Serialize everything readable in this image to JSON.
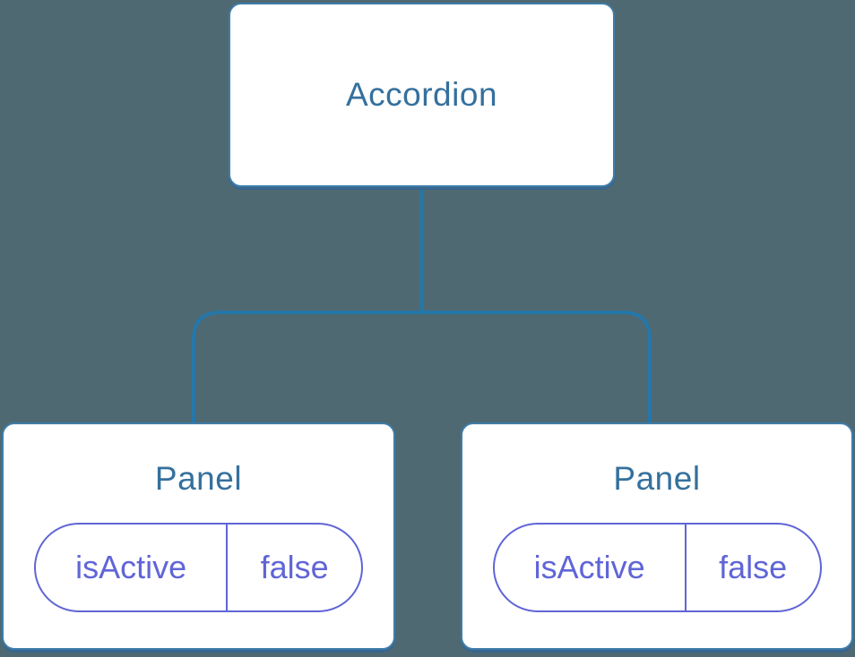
{
  "diagram": {
    "root": {
      "label": "Accordion"
    },
    "children": [
      {
        "title": "Panel",
        "state": {
          "key": "isActive",
          "value": "false"
        }
      },
      {
        "title": "Panel",
        "state": {
          "key": "isActive",
          "value": "false"
        }
      }
    ],
    "colors": {
      "background": "#4e6972",
      "node_border": "#3f7da9",
      "node_bottom_shadow": "#38678f",
      "node_text": "#35709d",
      "connector": "#2577a9",
      "state_accent": "#6165d6"
    }
  }
}
